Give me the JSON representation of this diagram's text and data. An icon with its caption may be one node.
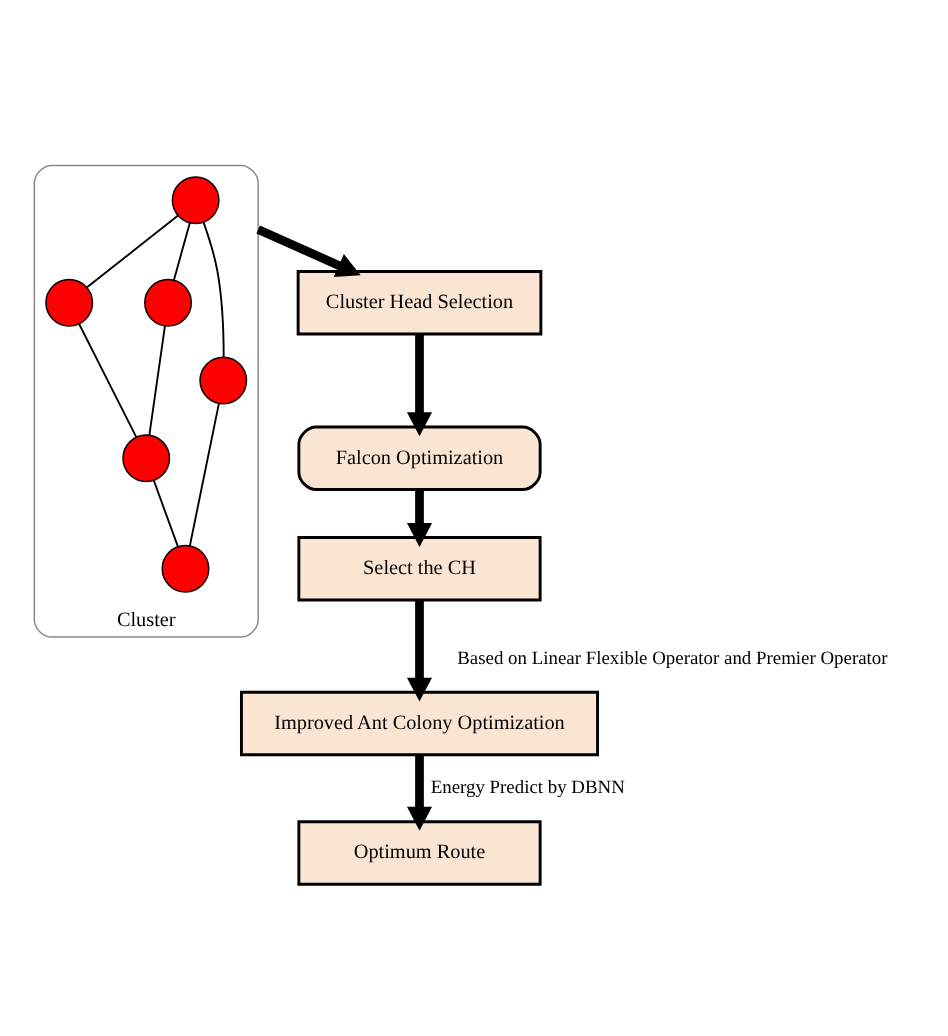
{
  "diagram": {
    "nodes": [
      {
        "text": [
          "Cluster"
        ]
      },
      {
        "text": [],
        "shape": "circle",
        "in": 0
      },
      {
        "text": [],
        "shape": "circle",
        "in": 0
      },
      {
        "text": [],
        "shape": "circle",
        "in": 0
      },
      {
        "text": [],
        "shape": "circle",
        "in": 0
      },
      {
        "text": [],
        "shape": "circle",
        "in": 0
      },
      {
        "text": [],
        "shape": "circle",
        "in": 0
      },
      {
        "text": [
          "Cluster Head Selection"
        ]
      },
      {
        "text": [
          "Falcon Optimization"
        ]
      },
      {
        "text": [
          "Select the CH"
        ]
      },
      {
        "text": [
          "Improved Ant Colony Optimization"
        ]
      },
      {
        "text": [
          "Optimum Route"
        ]
      }
    ],
    "edges": [
      {
        "from": 1,
        "to": 2,
        "arrow": "none"
      },
      {
        "from": 1,
        "to": 3,
        "arrow": "none"
      },
      {
        "from": 1,
        "to": 5,
        "arrow": "none"
      },
      {
        "from": 2,
        "to": 4,
        "arrow": "none"
      },
      {
        "from": 3,
        "to": 4,
        "arrow": "none"
      },
      {
        "from": 4,
        "to": 6,
        "arrow": "none"
      },
      {
        "from": 5,
        "to": 6,
        "arrow": "none"
      },
      {
        "from": 0,
        "to": 7,
        "arrow": "to",
        "style": "thick"
      },
      {
        "from": 7,
        "to": 8,
        "arrow": "to",
        "style": "thick"
      },
      {
        "from": 8,
        "to": 9,
        "arrow": "to",
        "style": "thick"
      },
      {
        "from": 9,
        "to": 10,
        "arrow": "to",
        "style": "thick",
        "label": "Based on Linear Flexible Operator and Premier Operator"
      },
      {
        "from": 10,
        "to": 11,
        "arrow": "to",
        "style": "thick",
        "label": "Energy Predict by DBNN"
      }
    ]
  }
}
